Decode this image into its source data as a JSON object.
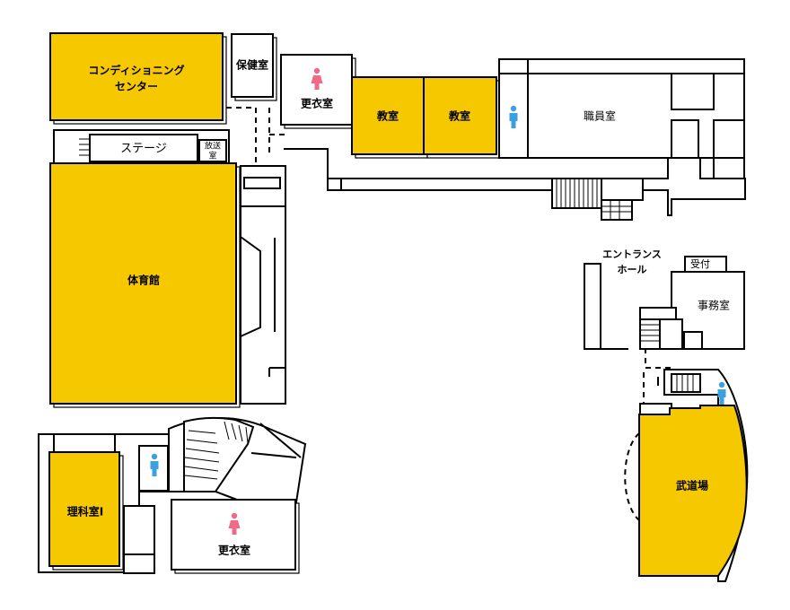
{
  "colors": {
    "highlight": "#f5c800",
    "female_icon": "#f06a86",
    "male_icon": "#3aa0e0"
  },
  "rooms": {
    "conditioning_line1": "コンディショニング",
    "conditioning_line2": "センター",
    "health_room": "保健室",
    "changing_room_north": "更衣室",
    "classroom_a": "教室",
    "classroom_b": "教室",
    "staff_room": "職員室",
    "stage": "ステージ",
    "broadcast_line1": "放送",
    "broadcast_line2": "室",
    "gymnasium": "体育館",
    "entrance_line1": "エントランス",
    "entrance_line2": "ホール",
    "reception": "受付",
    "office": "事務室",
    "budojo": "武道場",
    "science_room": "理科室Ⅰ",
    "changing_room_south": "更衣室"
  },
  "icons": {
    "female_toilet_north": "female-restroom-icon",
    "male_toilet_staff": "male-restroom-icon",
    "male_toilet_budojo": "male-restroom-icon",
    "male_toilet_south": "male-restroom-icon",
    "female_toilet_south": "female-restroom-icon"
  }
}
